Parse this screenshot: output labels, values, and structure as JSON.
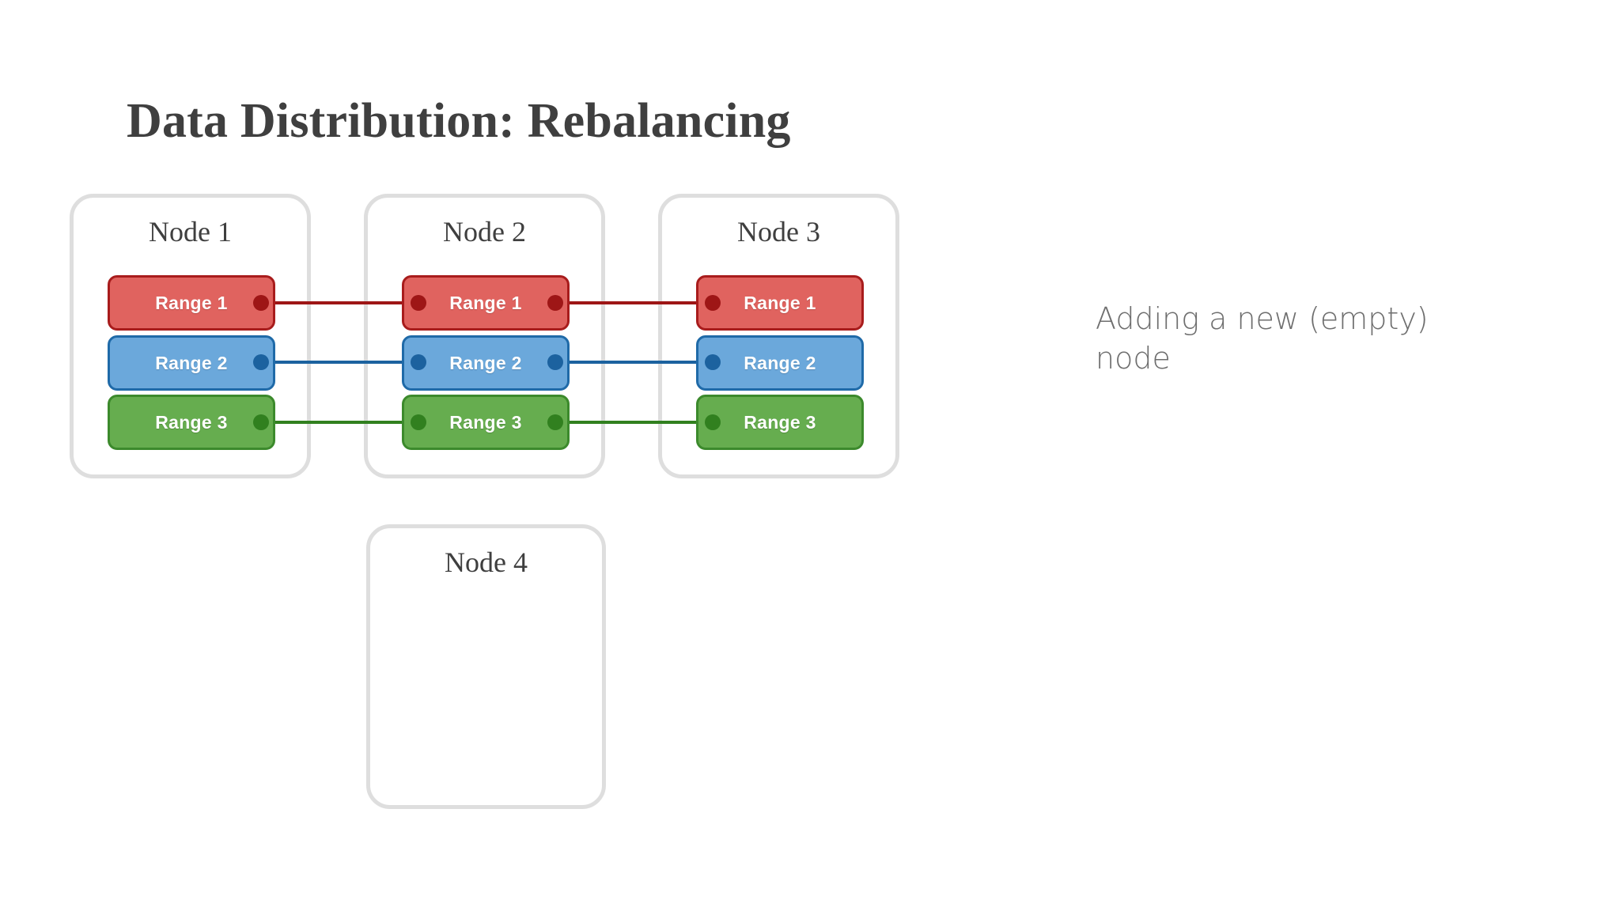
{
  "slide": {
    "title": "Data Distribution: Rebalancing",
    "background": "#ffffff"
  },
  "annotation": {
    "text": "Adding a new (empty) node"
  },
  "colors": {
    "title_text": "#3f3f3f",
    "node_border": "#dedede",
    "node_fill": "#ffffff",
    "node_label_text": "#3f3f3f",
    "range1_fill": "#e0635f",
    "range1_border": "#a81c1c",
    "range1_connector": "#9e1616",
    "range2_fill": "#6ba8db",
    "range2_border": "#1f6aa8",
    "range2_connector": "#1c629f",
    "range3_fill": "#66ad4f",
    "range3_border": "#3c8a2c",
    "range3_connector": "#31801f",
    "range_label_text": "#ffffff",
    "annotation_text": "#6e6e6e"
  },
  "nodes": [
    {
      "id": "node-1",
      "label": "Node 1",
      "empty": false,
      "ranges": [
        {
          "label": "Range 1",
          "color_key": "range1",
          "dot_left": false,
          "dot_right": true
        },
        {
          "label": "Range 2",
          "color_key": "range2",
          "dot_left": false,
          "dot_right": true
        },
        {
          "label": "Range 3",
          "color_key": "range3",
          "dot_left": false,
          "dot_right": true
        }
      ]
    },
    {
      "id": "node-2",
      "label": "Node 2",
      "empty": false,
      "ranges": [
        {
          "label": "Range 1",
          "color_key": "range1",
          "dot_left": true,
          "dot_right": true
        },
        {
          "label": "Range 2",
          "color_key": "range2",
          "dot_left": true,
          "dot_right": true
        },
        {
          "label": "Range 3",
          "color_key": "range3",
          "dot_left": true,
          "dot_right": true
        }
      ]
    },
    {
      "id": "node-3",
      "label": "Node 3",
      "empty": false,
      "ranges": [
        {
          "label": "Range 1",
          "color_key": "range1",
          "dot_left": true,
          "dot_right": false
        },
        {
          "label": "Range 2",
          "color_key": "range2",
          "dot_left": true,
          "dot_right": false
        },
        {
          "label": "Range 3",
          "color_key": "range3",
          "dot_left": true,
          "dot_right": false
        }
      ]
    },
    {
      "id": "node-4",
      "label": "Node 4",
      "empty": true,
      "ranges": []
    }
  ],
  "connections": [
    {
      "range": "Range 1",
      "from": "Node 1",
      "to": "Node 2",
      "color_key": "range1"
    },
    {
      "range": "Range 1",
      "from": "Node 2",
      "to": "Node 3",
      "color_key": "range1"
    },
    {
      "range": "Range 2",
      "from": "Node 1",
      "to": "Node 2",
      "color_key": "range2"
    },
    {
      "range": "Range 2",
      "from": "Node 2",
      "to": "Node 3",
      "color_key": "range2"
    },
    {
      "range": "Range 3",
      "from": "Node 1",
      "to": "Node 2",
      "color_key": "range3"
    },
    {
      "range": "Range 3",
      "from": "Node 2",
      "to": "Node 3",
      "color_key": "range3"
    }
  ]
}
